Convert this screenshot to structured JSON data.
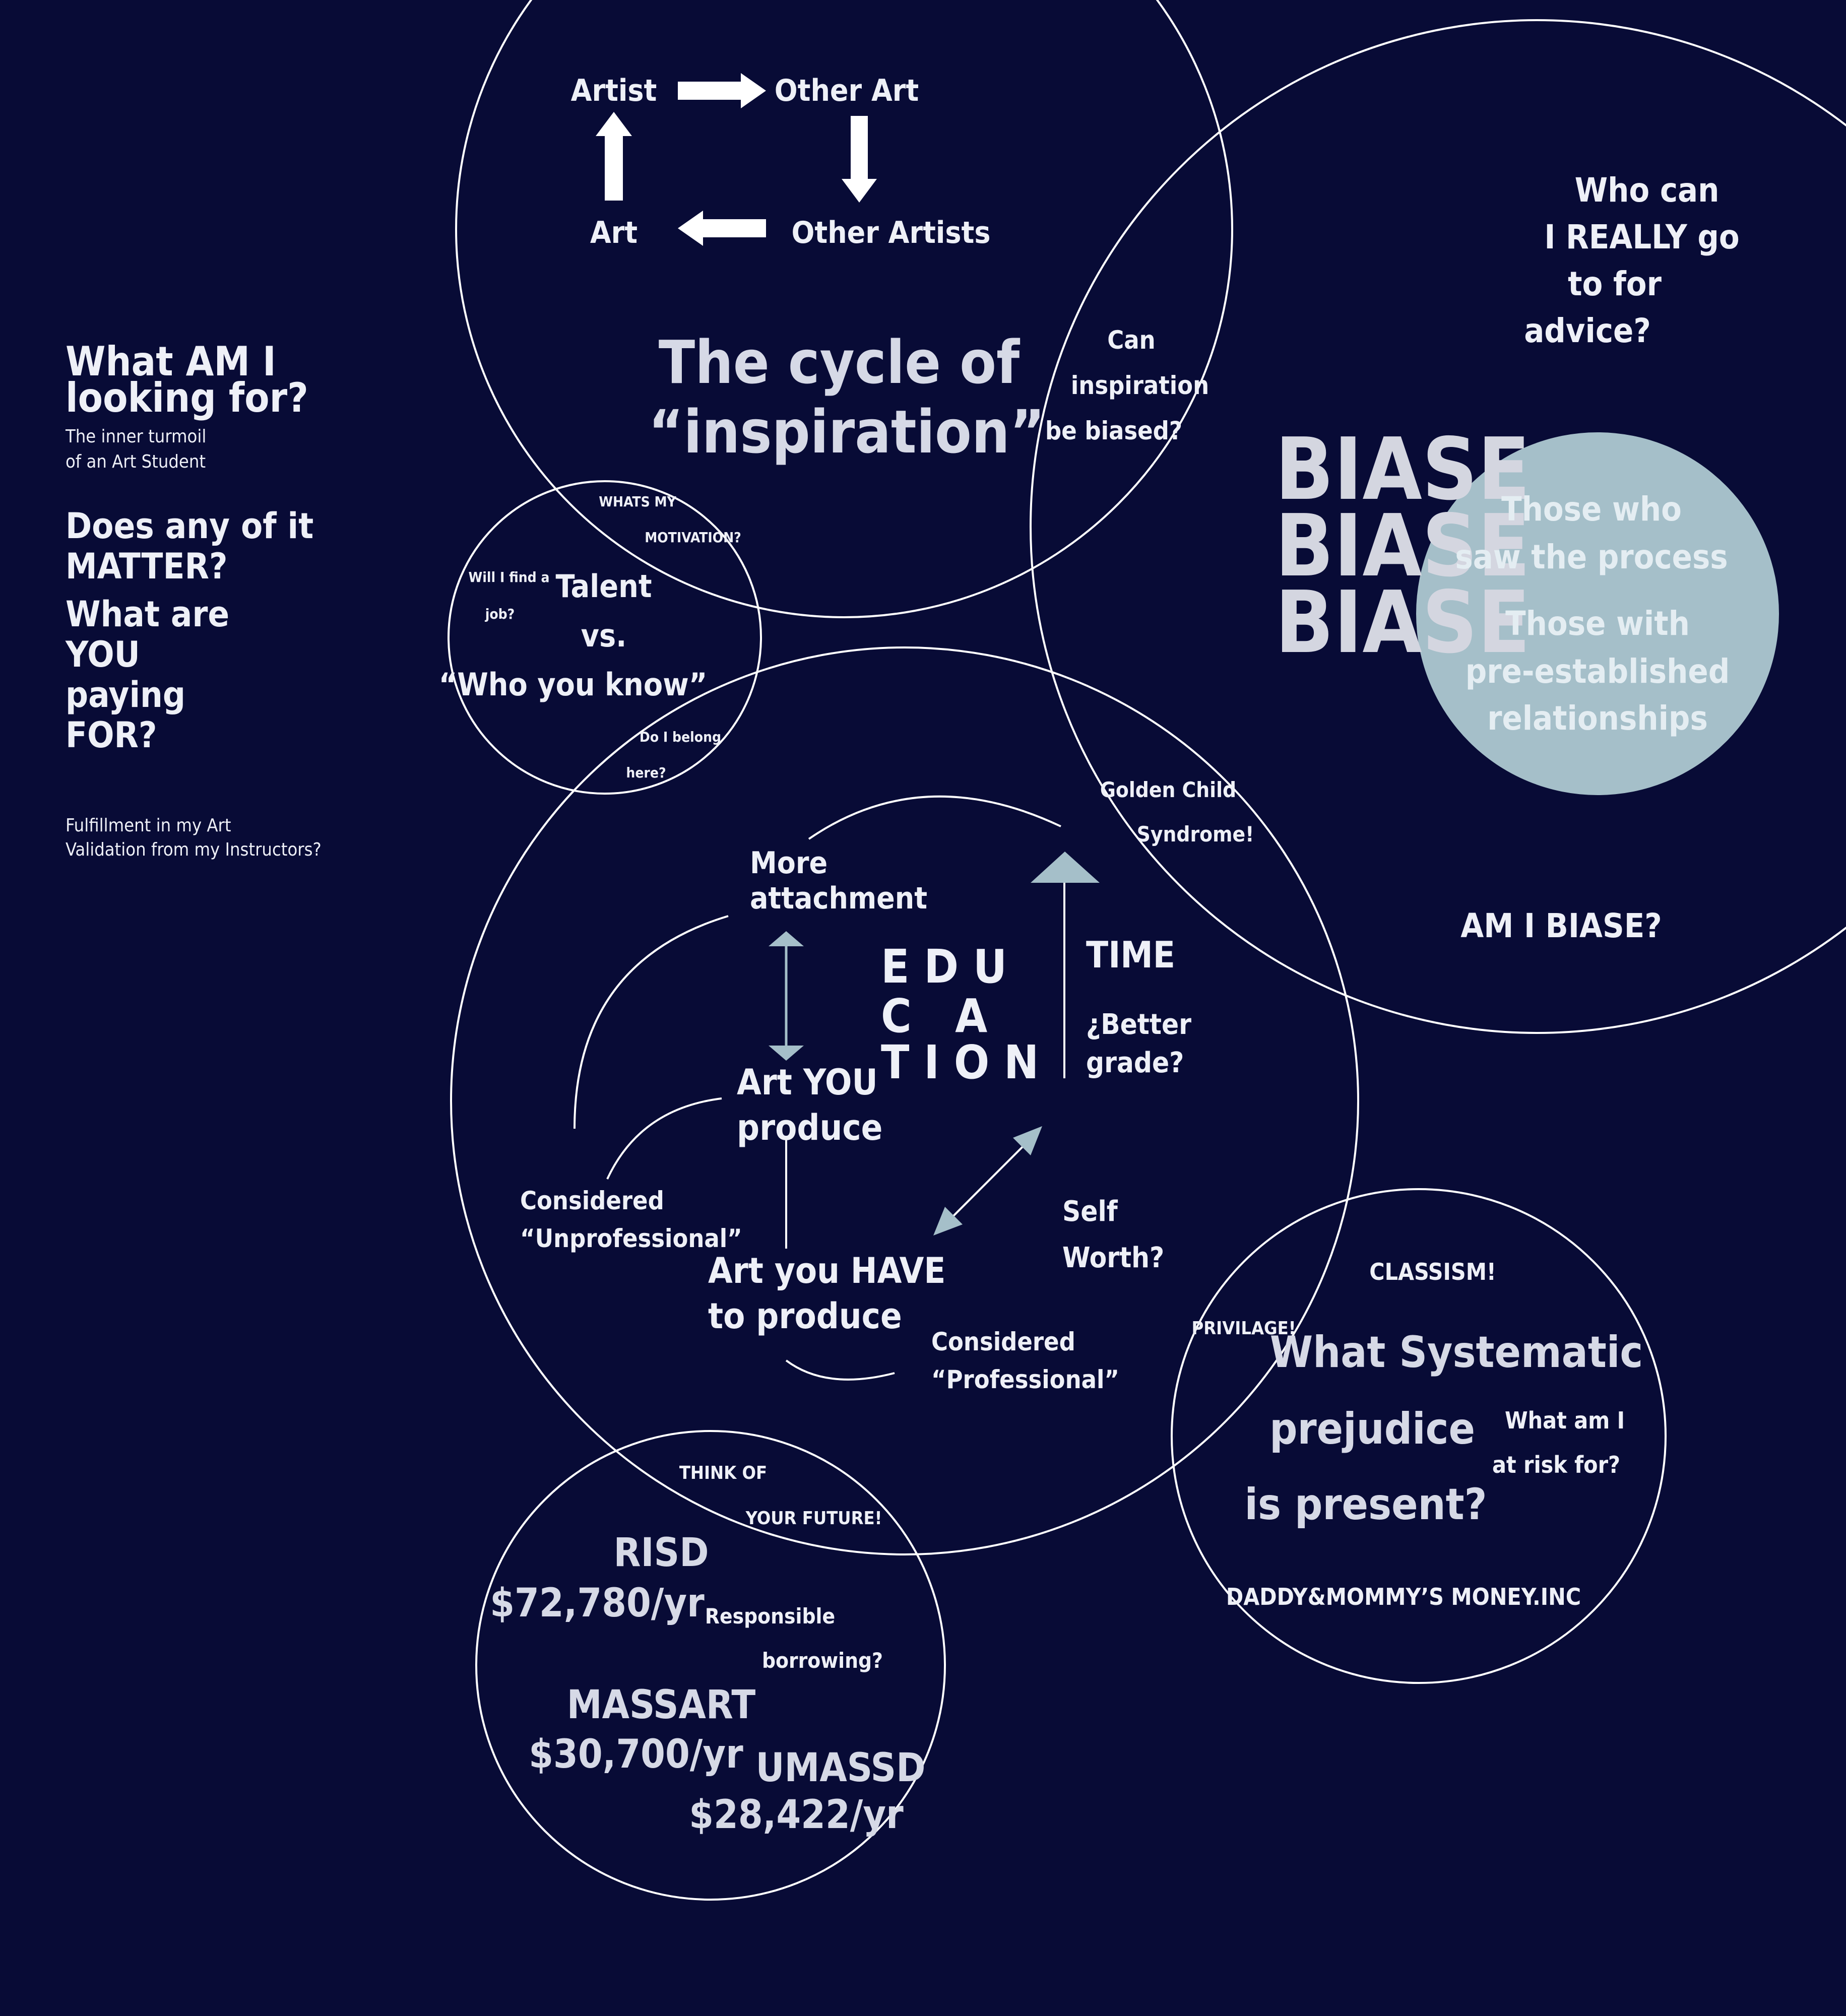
{
  "colors": {
    "background": "#080b36",
    "line": "#ffffff",
    "accent": "#a5bfc9",
    "text": "#eef0f7"
  },
  "sidebar": {
    "title": [
      "What AM I",
      "looking for?"
    ],
    "subtitle": [
      "The inner turmoil",
      "of an Art Student"
    ],
    "question1": [
      "Does any of it",
      "MATTER?"
    ],
    "question2": [
      "What are",
      "YOU",
      "paying",
      "FOR?"
    ],
    "footer": [
      "Fulfillment in my Art",
      "Validation from my Instructors?"
    ]
  },
  "cycle": {
    "nodes": {
      "artist": "Artist",
      "other_art": "Other Art",
      "other_artists": "Other Artists",
      "art": "Art"
    },
    "title": [
      "The cycle of",
      "“inspiration”"
    ]
  },
  "bias": {
    "question": [
      "Who can",
      "I REALLY go",
      "to for",
      "advice?"
    ],
    "overlap": [
      "Can",
      "inspiration",
      "be biased?"
    ],
    "words": [
      "BIASE",
      "BIASE",
      "BIASE"
    ],
    "bubble": [
      "Those who",
      "saw the process",
      "Those with",
      "pre-established",
      "relationships"
    ],
    "self": "AM I BIASE?",
    "golden": [
      "Golden Child",
      "Syndrome!"
    ]
  },
  "talent": {
    "motivation": [
      "WHATS MY",
      "MOTIVATION?"
    ],
    "job": [
      "Will I find a",
      "job?"
    ],
    "main": [
      "Talent",
      "vs.",
      "“Who you know”"
    ],
    "belong": [
      "Do I belong",
      "here?"
    ]
  },
  "education": {
    "word_rows": [
      "E D U",
      "C   A",
      "T I O N"
    ],
    "more_attachment": [
      "More",
      "attachment"
    ],
    "art_you_produce": [
      "Art YOU",
      "produce"
    ],
    "art_you_have": [
      "Art you HAVE",
      "to produce"
    ],
    "unprofessional": [
      "Considered",
      "“Unprofessional”"
    ],
    "professional": [
      "Considered",
      "“Professional”"
    ],
    "time": "TIME",
    "better_grade": [
      "¿Better",
      "grade?"
    ],
    "self_worth": [
      "Self",
      "Worth?"
    ]
  },
  "systematic": {
    "classism": "CLASSISM!",
    "privilage": "PRIVILAGE!",
    "main": [
      "What Systematic",
      "prejudice",
      "is present?"
    ],
    "risk": [
      "What am I",
      "at risk for?"
    ],
    "money": "DADDY&MOMMY’S MONEY.INC"
  },
  "tuition": {
    "future": [
      "THINK OF",
      "YOUR FUTURE!"
    ],
    "risd": [
      "RISD",
      "$72,780/yr"
    ],
    "massart": [
      "MASSART",
      "$30,700/yr"
    ],
    "umassd": [
      "UMASSD",
      "$28,422/yr"
    ],
    "borrowing": [
      "Responsible",
      "borrowing?"
    ]
  }
}
